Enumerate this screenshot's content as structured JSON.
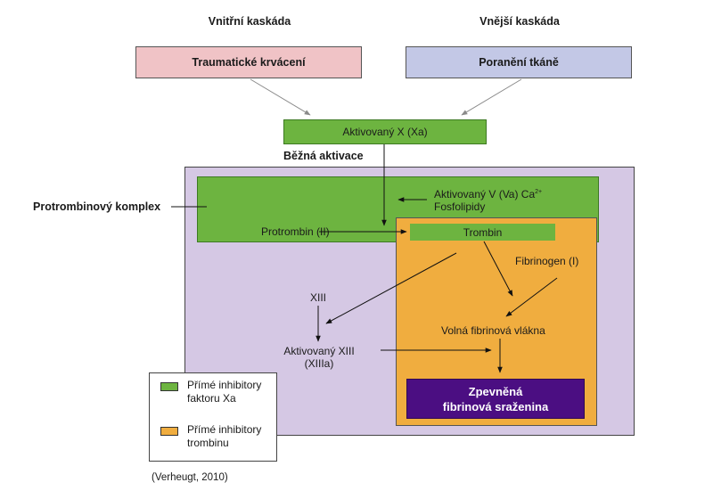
{
  "headings": {
    "intrinsic": "Vnitřní kaskáda",
    "extrinsic": "Vnější kaskáda",
    "common": "Běžná aktivace",
    "prothrombinase": "Protrombinový komplex"
  },
  "boxes": {
    "trauma": "Traumatické krvácení",
    "injury": "Poranění tkáně",
    "xa": "Aktivovaný X (Xa)",
    "va_line1": "Aktivovaný V (Va) Ca",
    "va_sup": "2+",
    "va_line2": "Fosfolipidy",
    "prothrombin": "Protrombin (II)",
    "thrombin": "Trombin",
    "fibrinogen": "Fibrinogen (I)",
    "xiii": "XIII",
    "xiiia_line1": "Aktivovaný XIII",
    "xiiia_line2": "(XIIIa)",
    "loose_fibrin": "Volná fibrinová vlákna",
    "clot_line1": "Zpevněná",
    "clot_line2": "fibrinová sraženina"
  },
  "legend": {
    "items": [
      {
        "line1": "Přímé inhibitory",
        "line2": "faktoru Xa",
        "color": "#6db440"
      },
      {
        "line1": "Přímé inhibitory",
        "line2": "trombinu",
        "color": "#f0ad3f"
      }
    ]
  },
  "citation": "(Verheugt, 2010)",
  "colors": {
    "trauma": "#f0c3c6",
    "injury": "#c3c8e6",
    "xa_green": "#6db440",
    "complex_purple": "#d5c8e4",
    "thrombin_orange": "#f0ad3f",
    "clot_purple": "#4b0e82"
  }
}
